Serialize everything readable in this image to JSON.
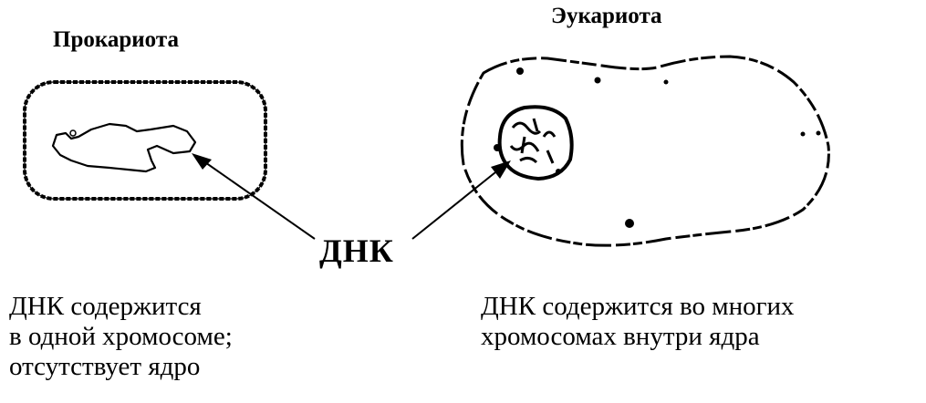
{
  "prokaryote": {
    "title": "Прокариота",
    "caption_lines": [
      "ДНК содержится",
      "в одной хромосоме;",
      "отсутствует ядро"
    ]
  },
  "eukaryote": {
    "title": "Эукариота",
    "caption_lines": [
      "ДНК содержится во многих",
      "хромосомах внутри ядра"
    ]
  },
  "center_label": "ДНК",
  "colors": {
    "ink": "#000000",
    "background": "#ffffff"
  }
}
